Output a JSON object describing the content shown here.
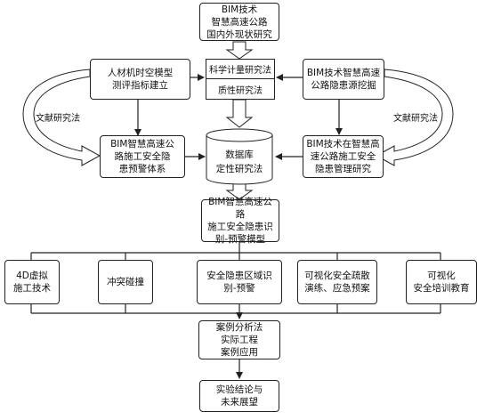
{
  "nodes": {
    "top_research": "BIM技术\n智慧高速公路\n国内外现状研究",
    "method_quant": "科学计量研究法",
    "method_qual": "质性研究法",
    "left_index": "人材机时空模型\n测评指标建立",
    "right_mining": "BIM技术智慧高速\n公路隐患源挖掘",
    "left_warning": "BIM智慧高速公\n路施工安全隐\n患预警体系",
    "database": "数据库\n定性研究法",
    "right_management": "BIM技术在智慧高\n速公路施工安全\n隐患管理研究",
    "id_model": "BIM智慧高速公路\n施工安全隐患识\n别-预警模型",
    "bottom_4d": "4D虚拟\n施工技术",
    "bottom_clash": "冲突碰撞",
    "bottom_zone": "安全隐患区域识\n别-预警",
    "bottom_evac": "可视化安全疏散\n演练、应急预案",
    "bottom_training": "可视化\n安全培训教育",
    "case_study": "案例分析法\n实际工程\n案例应用",
    "conclusion": "实验结论与\n未来展望"
  },
  "labels": {
    "literature_left": "文献研究法",
    "literature_right": "文献研究法"
  }
}
